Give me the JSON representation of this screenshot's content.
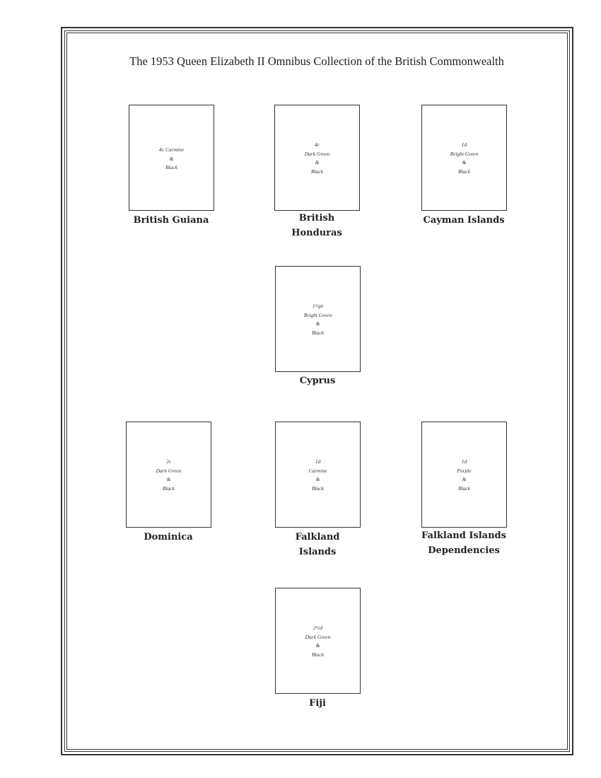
{
  "title": "The 1953 Queen Elizabeth II Omnibus Collection of the British Commonwealth",
  "stamps": [
    {
      "country": [
        "British Guiana"
      ],
      "lines": [
        "4c  Carmine",
        "&",
        "Black"
      ]
    },
    {
      "country": [
        "British",
        "Honduras"
      ],
      "lines": [
        "4c",
        "Dark Green",
        "&",
        "Black"
      ]
    },
    {
      "country": [
        "Cayman Islands"
      ],
      "lines": [
        "1d",
        "Bright Green",
        "&",
        "Black"
      ]
    },
    {
      "country": [
        "Cyprus"
      ],
      "lines": [
        "1½pi",
        "Bright Green",
        "&",
        "Black"
      ]
    },
    {
      "country": [
        "Dominica"
      ],
      "lines": [
        "2c",
        "Dark Green",
        "&",
        "Black"
      ]
    },
    {
      "country": [
        "Falkland",
        "Islands"
      ],
      "lines": [
        "1d",
        "Carmine",
        "&",
        "Black"
      ]
    },
    {
      "country": [
        "Falkland Islands",
        "Dependencies"
      ],
      "lines": [
        "1d",
        "Purple",
        "&",
        "Black"
      ]
    },
    {
      "country": [
        "Fiji"
      ],
      "lines": [
        "2½d",
        "Dark Green",
        "&",
        "Black"
      ]
    }
  ]
}
